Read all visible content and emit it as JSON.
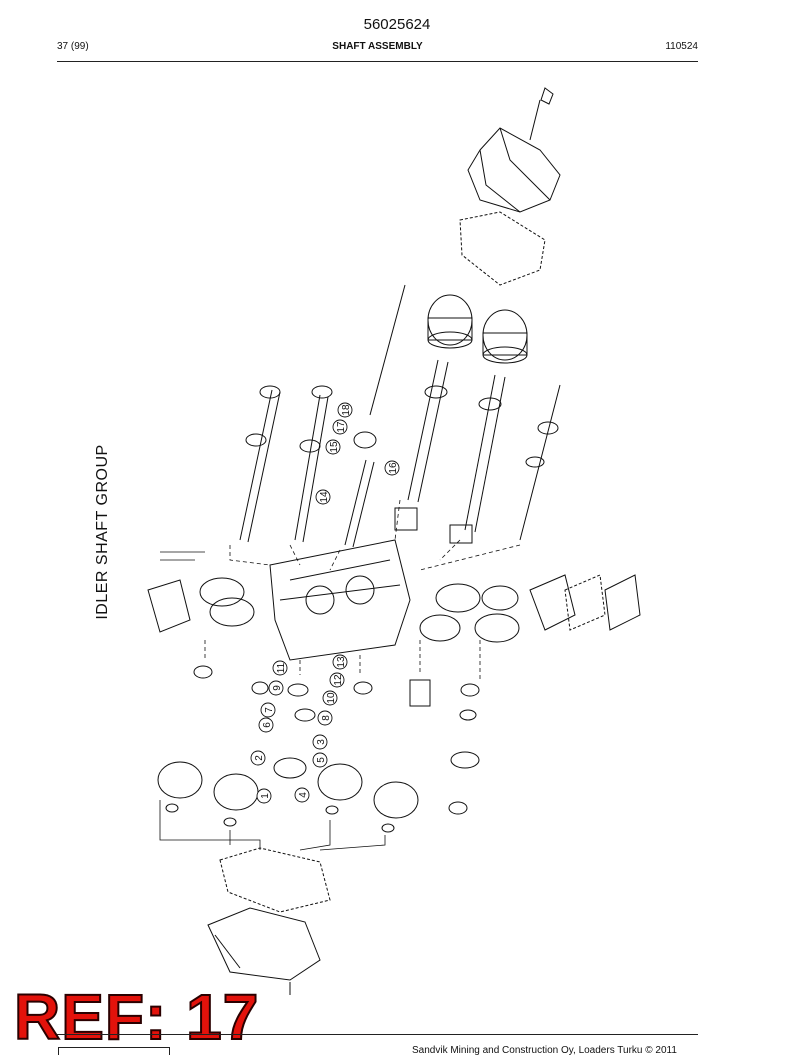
{
  "header": {
    "doc_number": "56025624",
    "page_ref": "37 (99)",
    "section_title": "SHAFT ASSEMBLY",
    "date_code": "110524"
  },
  "diagram": {
    "group_label": "IDLER SHAFT GROUP",
    "callouts": [
      "1",
      "2",
      "3",
      "4",
      "5",
      "6",
      "7",
      "8",
      "9",
      "10",
      "11",
      "12",
      "13",
      "14",
      "15",
      "16",
      "17",
      "18"
    ]
  },
  "stamp": {
    "text": "REF: 17"
  },
  "footer": {
    "copyright": "Sandvik Mining and Construction Oy, Loaders Turku © 2011"
  }
}
